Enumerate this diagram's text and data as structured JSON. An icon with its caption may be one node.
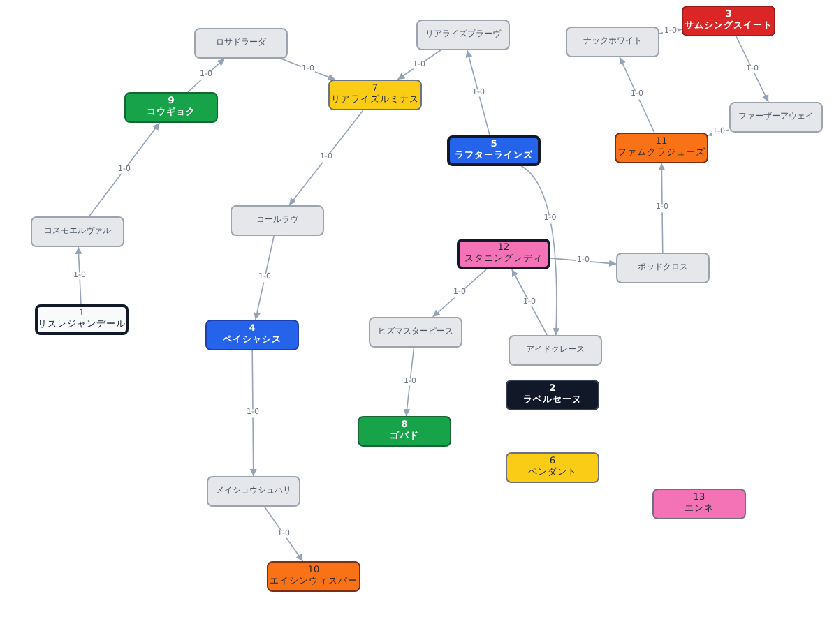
{
  "diagram": {
    "nodes": [
      {
        "text": [
          "3",
          "サムシングスイート"
        ]
      },
      {
        "text": [
          "リアライズプラーヴ"
        ]
      },
      {
        "text": [
          "ナックホワイト"
        ]
      },
      {
        "text": [
          "ロサドラーダ"
        ]
      },
      {
        "text": [
          "7",
          "リアライズルミナス"
        ]
      },
      {
        "text": [
          "9",
          "コウギョク"
        ]
      },
      {
        "text": [
          "ファーザーアウェイ"
        ]
      },
      {
        "text": [
          "11",
          "ファムクラジューズ"
        ]
      },
      {
        "text": [
          "5",
          "ラフターラインズ"
        ]
      },
      {
        "text": [
          "コールラヴ"
        ]
      },
      {
        "text": [
          "コスモエルヴァル"
        ]
      },
      {
        "text": [
          "12",
          "スタニングレディ"
        ]
      },
      {
        "text": [
          "ボッドクロス"
        ]
      },
      {
        "text": [
          "1",
          "リスレジャンデール"
        ]
      },
      {
        "text": [
          "ヒズマスターピース"
        ]
      },
      {
        "text": [
          "4",
          "ペイシャシス"
        ]
      },
      {
        "text": [
          "アイドクレース"
        ]
      },
      {
        "text": [
          "2",
          "ラベルセーヌ"
        ]
      },
      {
        "text": [
          "8",
          "ゴバド"
        ]
      },
      {
        "text": [
          "6",
          "ペンダント"
        ]
      },
      {
        "text": [
          "メイショウシュハリ"
        ]
      },
      {
        "text": [
          "13",
          "エンネ"
        ]
      },
      {
        "text": [
          "10",
          "エイシンウィスパー"
        ]
      }
    ],
    "edges": [
      {
        "from": 13,
        "to": 10,
        "arrow": "to",
        "label": "1-0"
      },
      {
        "from": 10,
        "to": 5,
        "arrow": "to",
        "label": "1-0"
      },
      {
        "from": 5,
        "to": 3,
        "arrow": "to",
        "label": "1-0"
      },
      {
        "from": 3,
        "to": 4,
        "arrow": "to",
        "label": "1-0"
      },
      {
        "from": 1,
        "to": 4,
        "arrow": "to",
        "label": "1-0"
      },
      {
        "from": 4,
        "to": 9,
        "arrow": "to",
        "label": "1-0"
      },
      {
        "from": 9,
        "to": 15,
        "arrow": "to",
        "label": "1-0"
      },
      {
        "from": 15,
        "to": 20,
        "arrow": "to",
        "label": "1-0"
      },
      {
        "from": 20,
        "to": 22,
        "arrow": "to",
        "label": "1-0"
      },
      {
        "from": 8,
        "to": 1,
        "arrow": "to",
        "label": "1-0"
      },
      {
        "from": 8,
        "to": 16,
        "arrow": "to",
        "label": "1-0"
      },
      {
        "from": 16,
        "to": 11,
        "arrow": "to",
        "label": "1-0"
      },
      {
        "from": 11,
        "to": 14,
        "arrow": "to",
        "label": "1-0"
      },
      {
        "from": 11,
        "to": 12,
        "arrow": "to",
        "label": "1-0"
      },
      {
        "from": 12,
        "to": 7,
        "arrow": "to",
        "label": "1-0"
      },
      {
        "from": 7,
        "to": 2,
        "arrow": "to",
        "label": "1-0"
      },
      {
        "from": 2,
        "to": 0,
        "arrow": "to",
        "label": "1-0"
      },
      {
        "from": 0,
        "to": 6,
        "arrow": "to",
        "label": "1-0"
      },
      {
        "from": 6,
        "to": 7,
        "arrow": "to",
        "label": "1-0"
      },
      {
        "from": 14,
        "to": 18,
        "arrow": "to",
        "label": "1-0"
      }
    ]
  }
}
